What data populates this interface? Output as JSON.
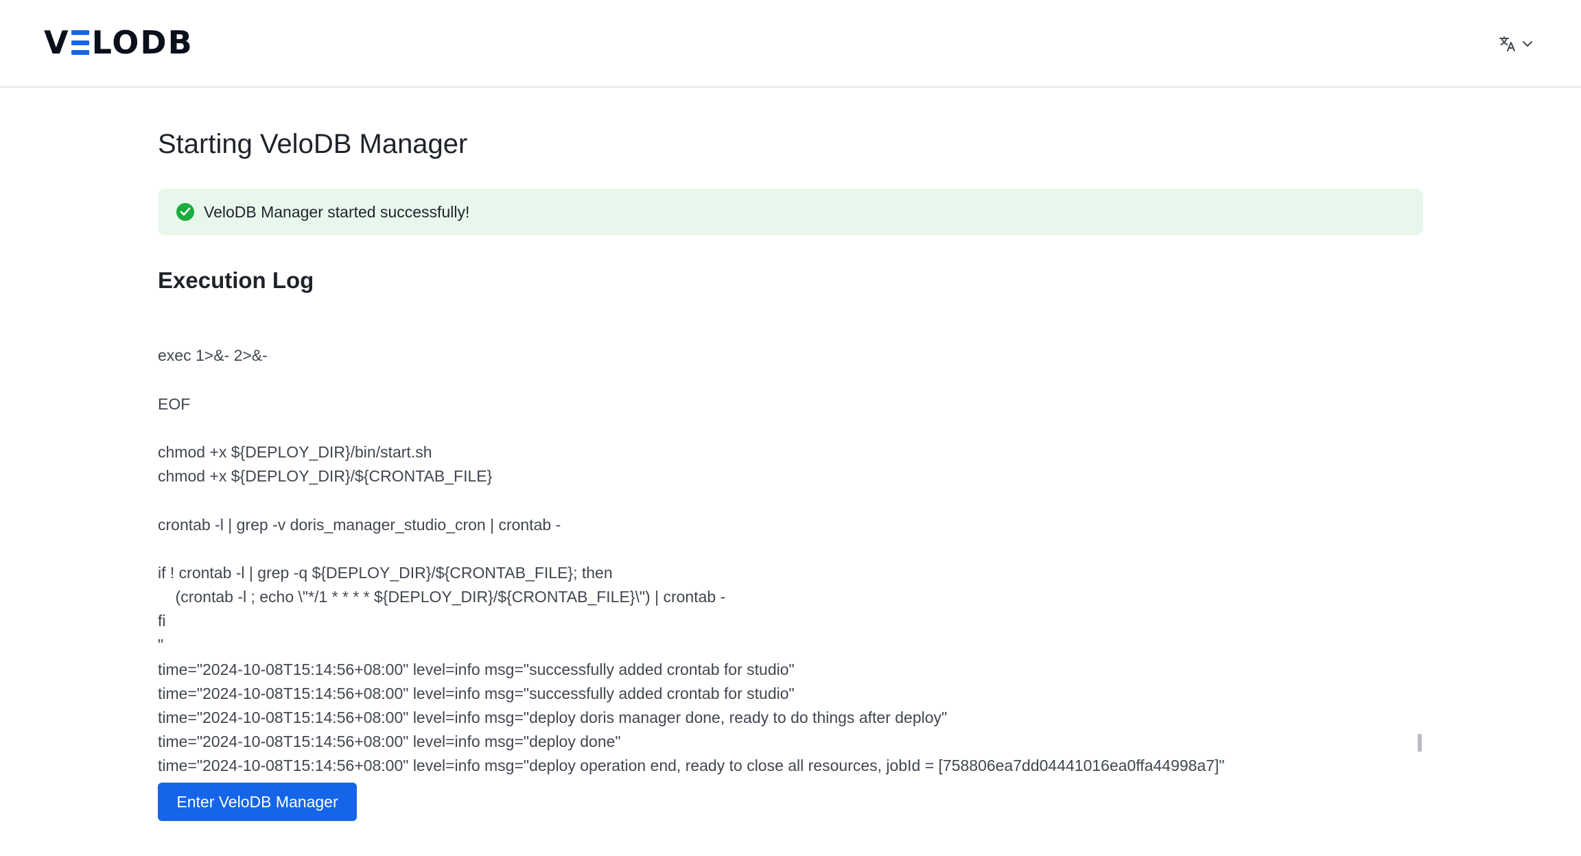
{
  "header": {
    "logo_left": "V",
    "logo_right": "LODB",
    "language_icon": "translate-icon",
    "chevron_icon": "chevron-down-icon"
  },
  "main": {
    "title": "Starting VeloDB Manager",
    "alert": {
      "message": "VeloDB Manager started successfully!",
      "icon": "check-circle-icon",
      "color": "#1aad3e"
    },
    "log_title": "Execution Log",
    "log_lines": [
      "",
      "exec 1>&- 2>&-",
      "",
      "EOF",
      "",
      "chmod +x ${DEPLOY_DIR}/bin/start.sh",
      "chmod +x ${DEPLOY_DIR}/${CRONTAB_FILE}",
      "",
      "crontab -l | grep -v doris_manager_studio_cron | crontab -",
      "",
      "if ! crontab -l | grep -q ${DEPLOY_DIR}/${CRONTAB_FILE}; then",
      "    (crontab -l ; echo \\\"*/1 * * * * ${DEPLOY_DIR}/${CRONTAB_FILE}\\\") | crontab -",
      "fi",
      "\"",
      "time=\"2024-10-08T15:14:56+08:00\" level=info msg=\"successfully added crontab for studio\"",
      "time=\"2024-10-08T15:14:56+08:00\" level=info msg=\"successfully added crontab for studio\"",
      "time=\"2024-10-08T15:14:56+08:00\" level=info msg=\"deploy doris manager done, ready to do things after deploy\"",
      "time=\"2024-10-08T15:14:56+08:00\" level=info msg=\"deploy done\"",
      "time=\"2024-10-08T15:14:56+08:00\" level=info msg=\"deploy operation end, ready to close all resources, jobId = [758806ea7dd04441016ea0ffa44998a7]\""
    ],
    "enter_button": "Enter VeloDB Manager"
  },
  "colors": {
    "accent": "#1665e8",
    "success_bg": "#e8f7ec",
    "success": "#1aad3e"
  }
}
